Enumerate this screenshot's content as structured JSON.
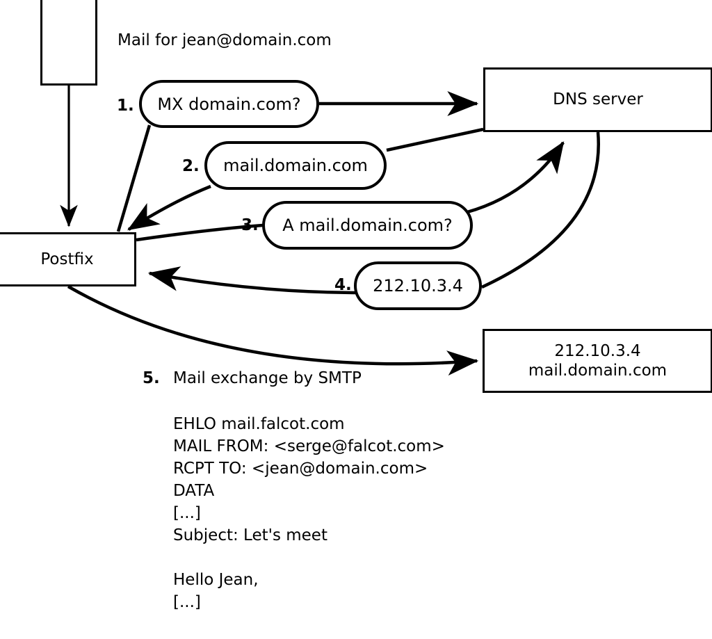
{
  "diagram": {
    "title_label": "Mail for jean@domain.com",
    "nodes": {
      "client": {
        "label": ""
      },
      "postfix": {
        "label": "Postfix"
      },
      "dns": {
        "label": "DNS server"
      },
      "target": {
        "line1": "212.10.3.4",
        "line2": "mail.domain.com"
      }
    },
    "steps": [
      {
        "number": "1.",
        "bubble": "MX domain.com?"
      },
      {
        "number": "2.",
        "bubble": "mail.domain.com"
      },
      {
        "number": "3.",
        "bubble": "A mail.domain.com?"
      },
      {
        "number": "4.",
        "bubble": "212.10.3.4"
      },
      {
        "number": "5.",
        "text": "Mail exchange by SMTP"
      }
    ],
    "smtp_transcript": [
      "EHLO mail.falcot.com",
      "MAIL FROM: <serge@falcot.com>",
      "RCPT TO: <jean@domain.com>",
      "DATA",
      "[...]",
      "Subject: Let's meet",
      "",
      "Hello Jean,",
      "[...]",
      "",
      "."
    ],
    "colors": {
      "stroke": "#000000",
      "fill": "#ffffff"
    }
  }
}
